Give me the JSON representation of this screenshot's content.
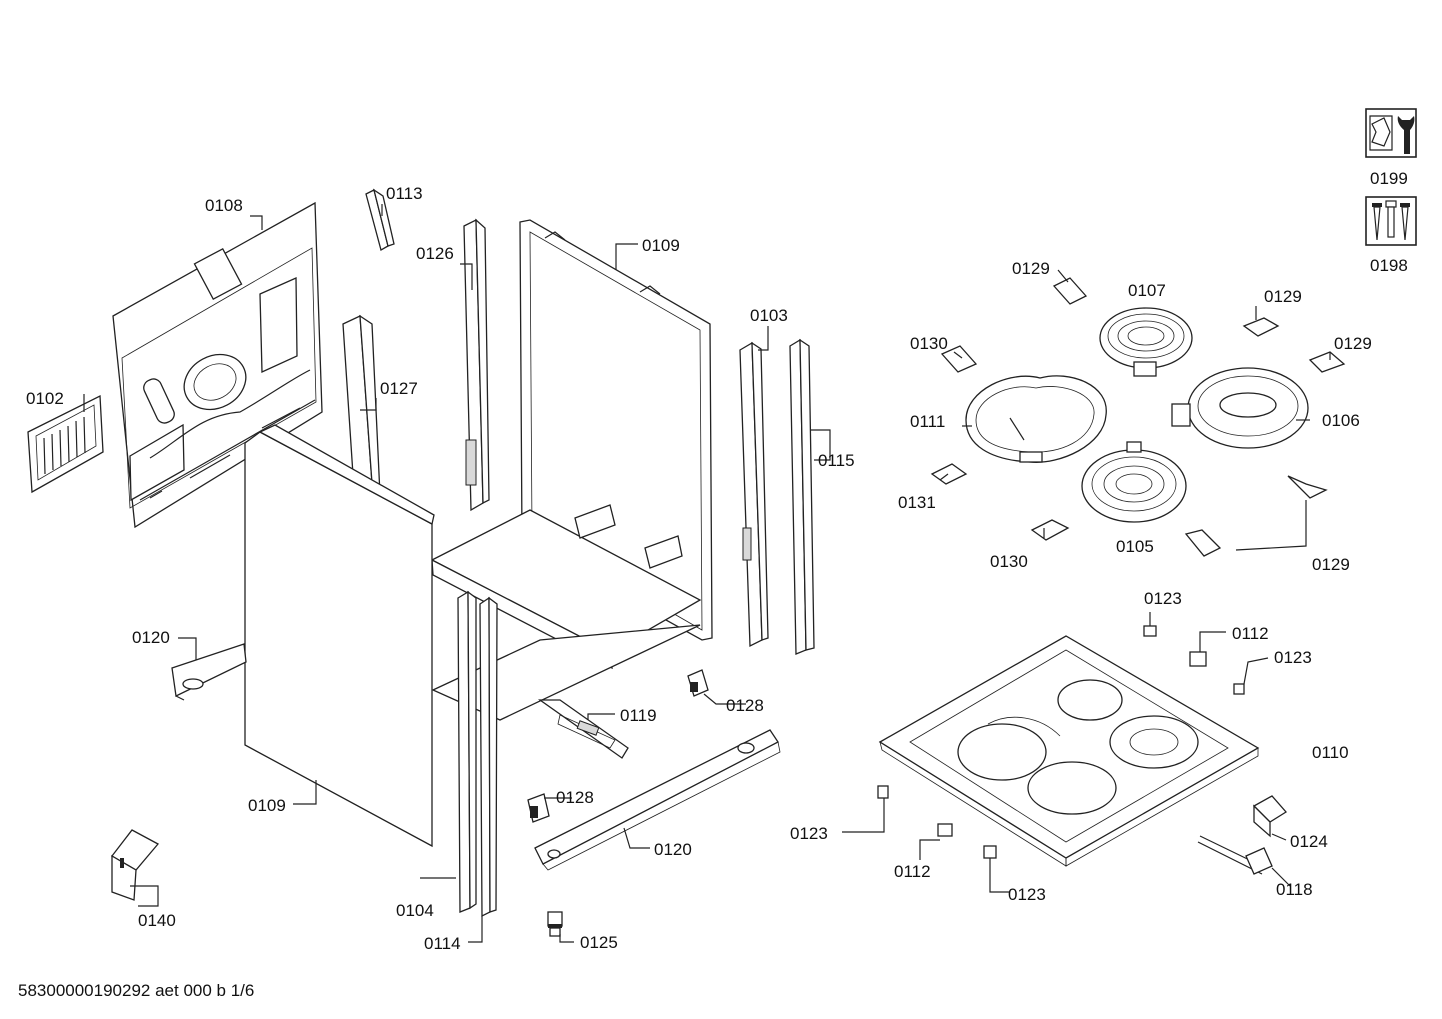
{
  "document_id": "58300000190292 aet 000 b 1/6",
  "callouts": {
    "c0108": "0108",
    "c0113": "0113",
    "c0126": "0126",
    "c0109a": "0109",
    "c0103": "0103",
    "c0102": "0102",
    "c0127": "0127",
    "c0115": "0115",
    "c0120a": "0120",
    "c0119": "0119",
    "c0128a": "0128",
    "c0109b": "0109",
    "c0128b": "0128",
    "c0120b": "0120",
    "c0104": "0104",
    "c0114": "0114",
    "c0125": "0125",
    "c0140": "0140",
    "c0129a": "0129",
    "c0107": "0107",
    "c0129b": "0129",
    "c0130a": "0130",
    "c0129c": "0129",
    "c0111": "0111",
    "c0106": "0106",
    "c0131": "0131",
    "c0130b": "0130",
    "c0105": "0105",
    "c0129d": "0129",
    "c0123a": "0123",
    "c0112a": "0112",
    "c0123b": "0123",
    "c0110": "0110",
    "c0123c": "0123",
    "c0112b": "0112",
    "c0123d": "0123",
    "c0124": "0124",
    "c0118": "0118",
    "c0199": "0199",
    "c0198": "0198"
  },
  "icons": {
    "service_kit": "wrench-icon",
    "screw_set": "screws-icon"
  }
}
